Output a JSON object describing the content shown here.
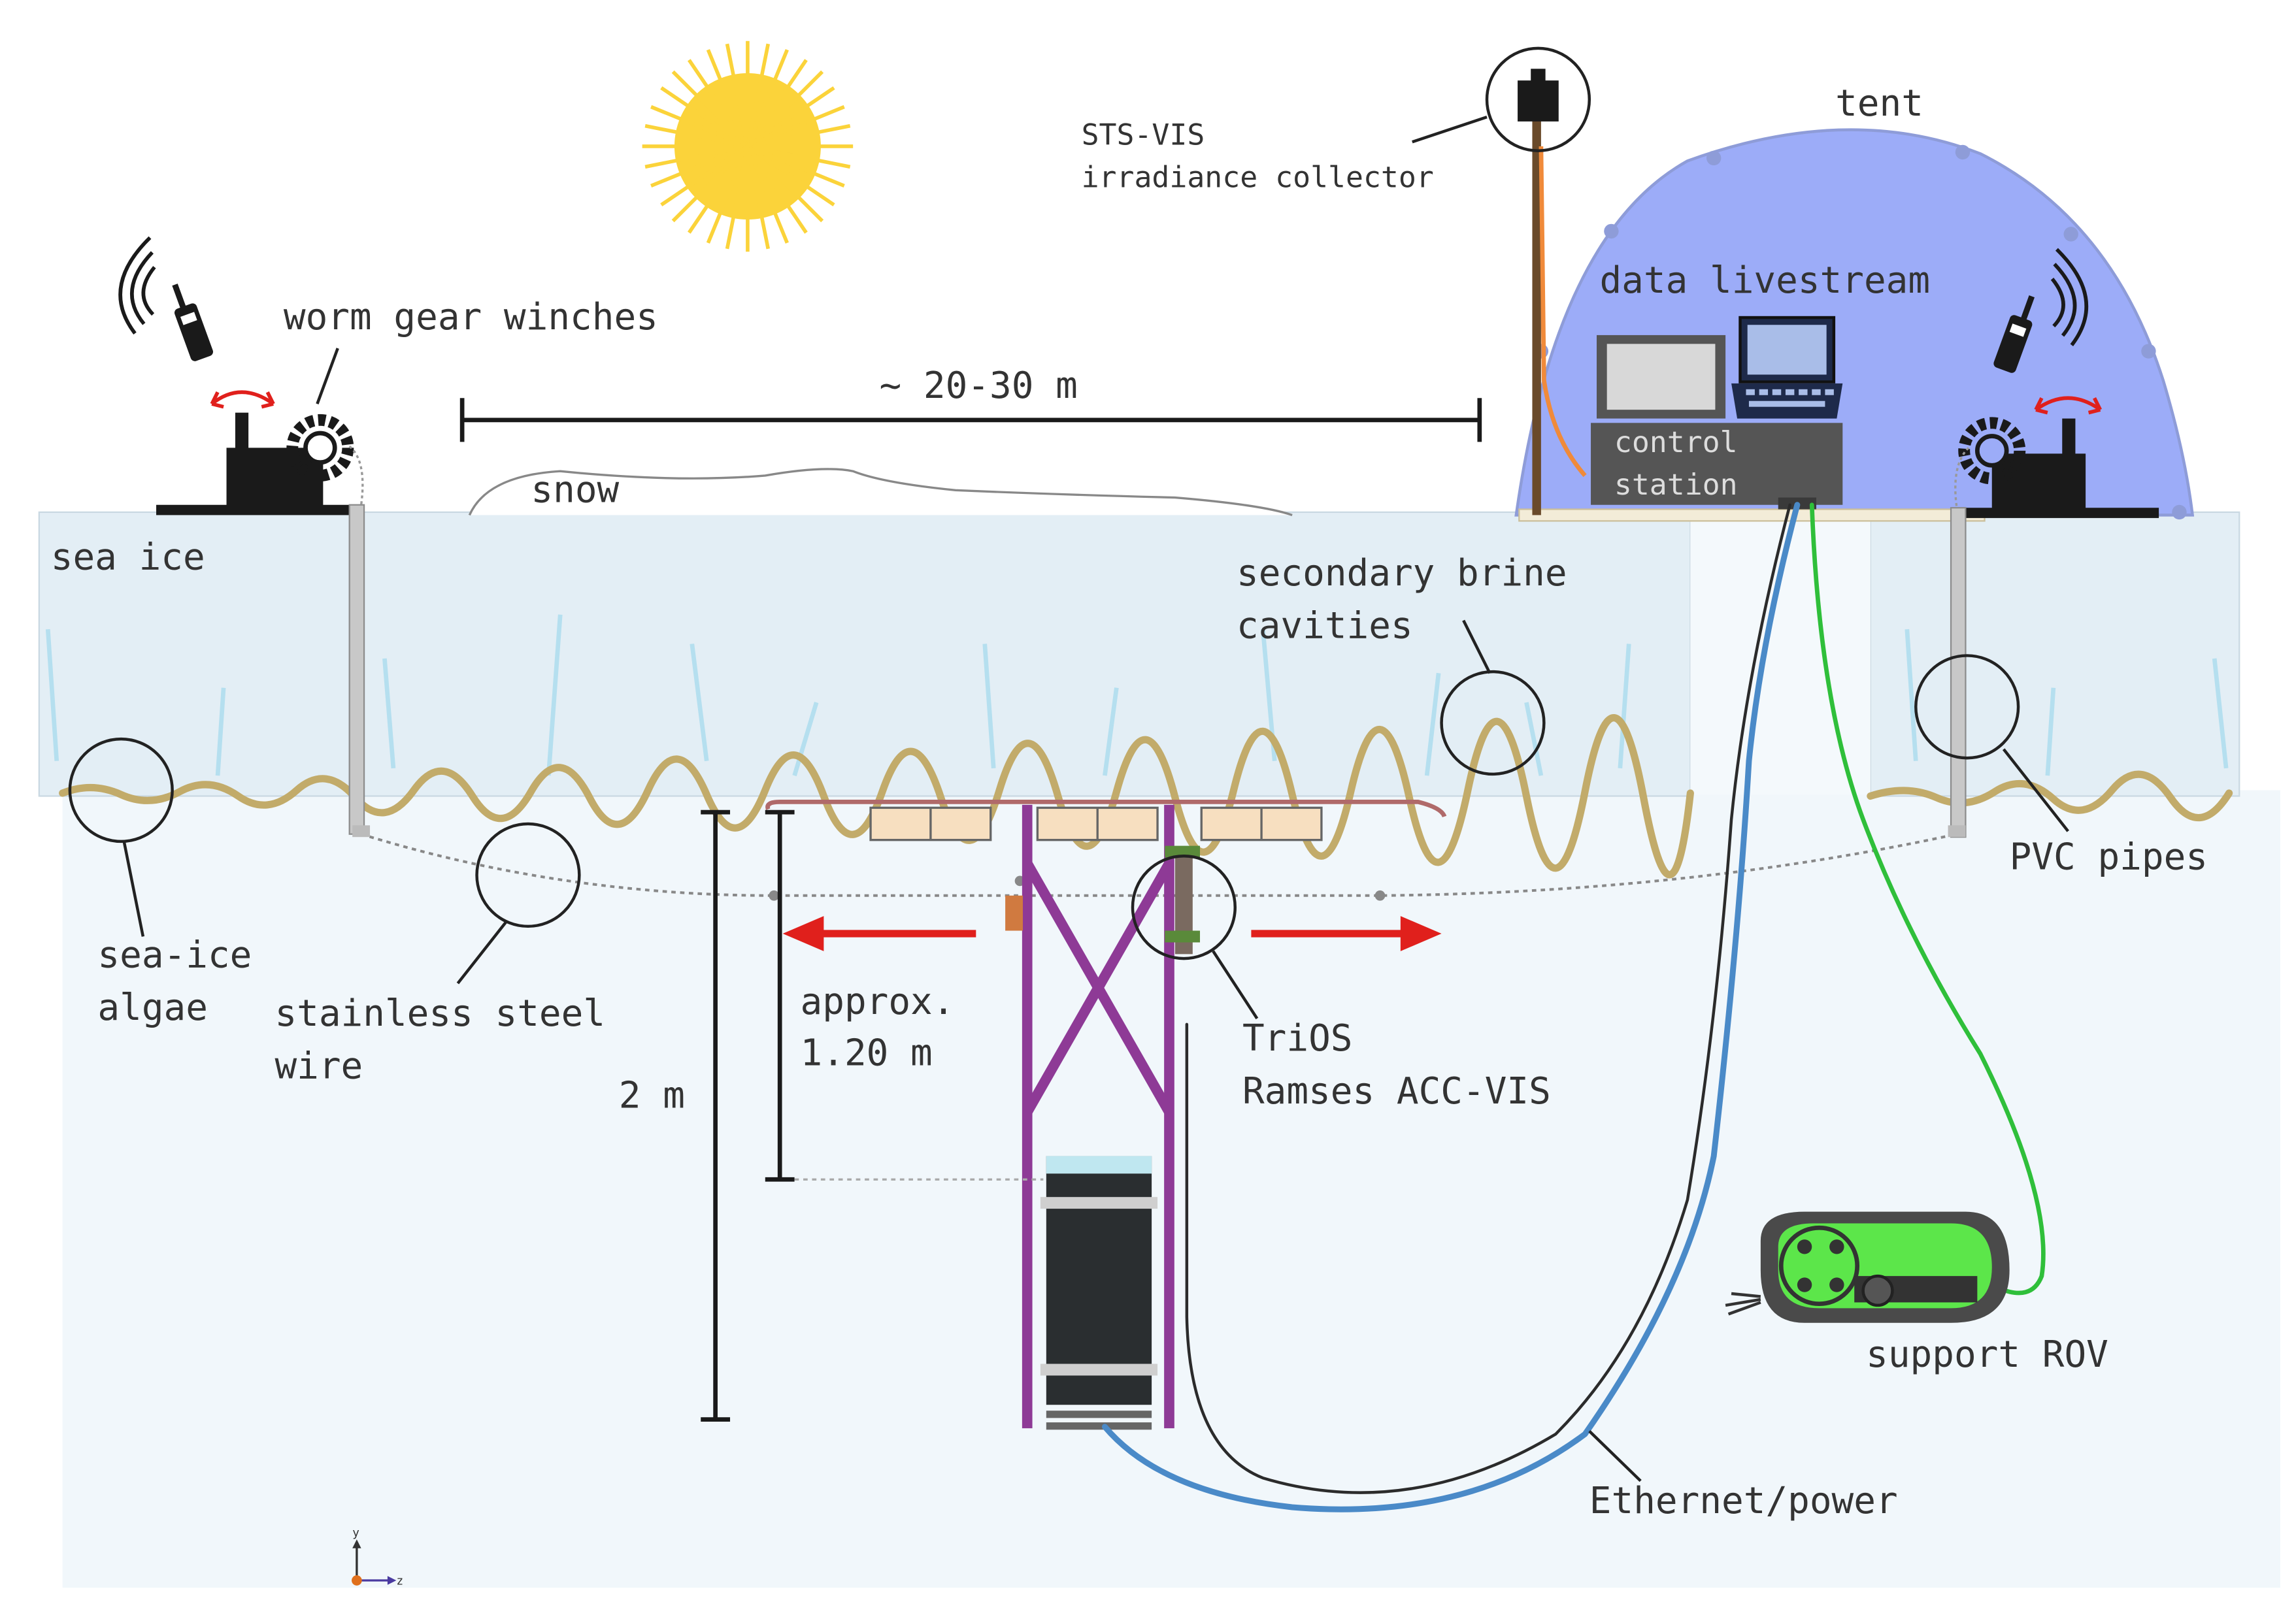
{
  "labels": {
    "tent": "tent",
    "sts_vis_line1": "STS-VIS",
    "sts_vis_line2": "irradiance collector",
    "data_livestream": "data livestream",
    "worm_gear_winches": "worm gear winches",
    "distance": "~ 20-30 m",
    "snow": "snow",
    "control_station_line1": "control",
    "control_station_line2": "station",
    "sea_ice": "sea ice",
    "secondary_brine_line1": "secondary brine",
    "secondary_brine_line2": "cavities",
    "pvc_pipes": "PVC pipes",
    "sea_ice_algae_line1": "sea-ice",
    "sea_ice_algae_line2": "algae",
    "stainless_steel_line1": "stainless steel",
    "stainless_steel_line2": "wire",
    "approx_line1": "approx.",
    "approx_line2": "1.20 m",
    "depth_2m": "2 m",
    "trios_line1": "TriOS",
    "trios_line2": "Ramses ACC-VIS",
    "support_rov": "support ROV",
    "ethernet_power": "Ethernet/power",
    "axis_y": "y",
    "axis_z": "z"
  },
  "colors": {
    "sky": "#ffffff",
    "water": "#f2f8fb",
    "sea_ice": "#e4eff5",
    "sea_ice_streaks": "#a9d9ec",
    "algae": "#c2ab6a",
    "tent_fill": "#9cacf8",
    "tent_outline": "#8e9cd8",
    "sun": "#fbd33a",
    "frame": "#8e3a96",
    "cable_blue": "#4a8ac8",
    "cable_dark": "#2b2b2b",
    "cable_green": "#2fbf3a",
    "cable_orange": "#f08a3a",
    "arrow_red": "#e0201c",
    "rov_green": "#5ce64a",
    "rov_body": "#4a4a4a",
    "control_station": "#555555"
  },
  "icons": [
    "sun-icon",
    "radio-icon",
    "winch-icon",
    "gear-icon",
    "rotation-arrows-icon",
    "laptop-icon",
    "monitor-icon",
    "irradiance-sensor-icon",
    "rov-icon",
    "axis-triad-icon"
  ]
}
